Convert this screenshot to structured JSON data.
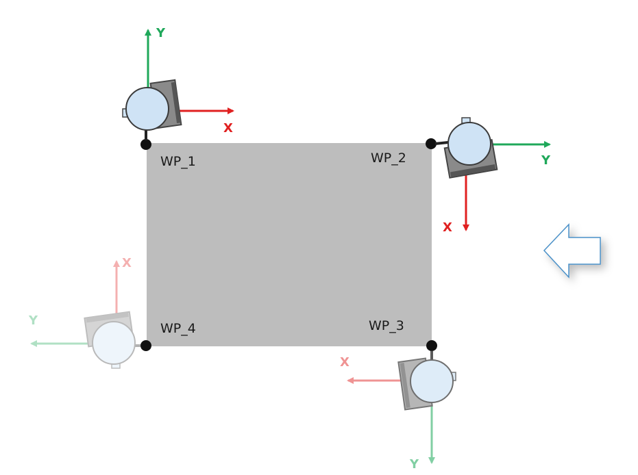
{
  "waypoints": {
    "wp1": "WP_1",
    "wp2": "WP_2",
    "wp3": "WP_3",
    "wp4": "WP_4"
  },
  "axes": {
    "x": "X",
    "y": "Y"
  },
  "colors": {
    "workpiece": "#bdbdbd",
    "x_axis": "#e02020",
    "y_axis": "#1fa85a",
    "sensor_body": "#cfe3f5",
    "bracket": "#8a8a8a",
    "arrow_outline": "#4a90c8"
  },
  "icons": {
    "sensor": "round-sensor-icon",
    "direction": "left-arrow-icon"
  }
}
